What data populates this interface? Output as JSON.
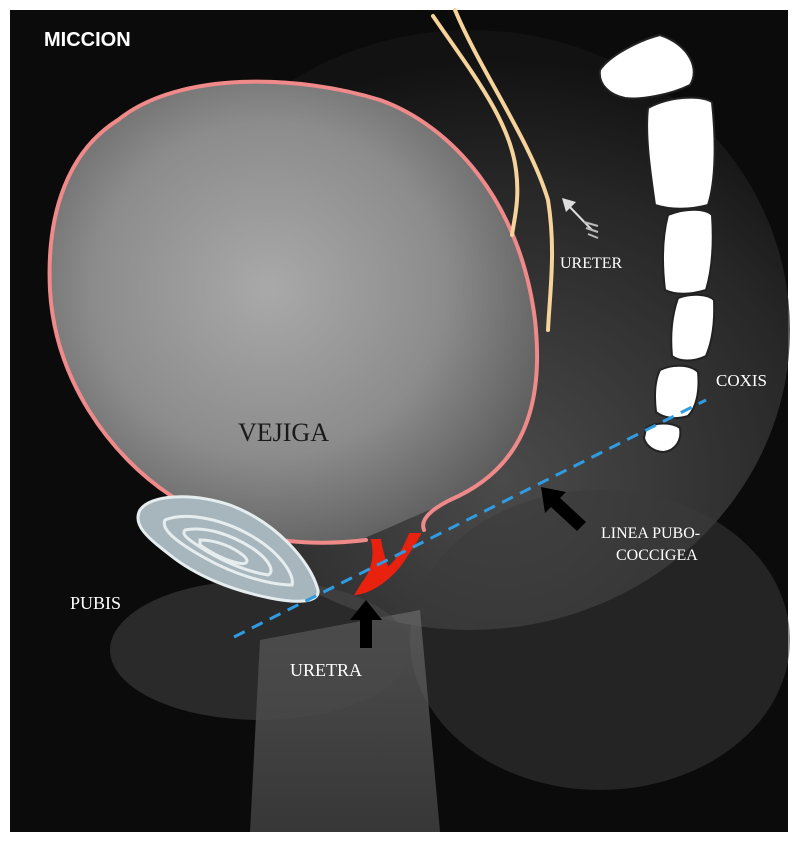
{
  "title": "MICCION",
  "labels": {
    "bladder": "VEJIGA",
    "ureter": "URETER",
    "coccyx": "COXIS",
    "pubis": "PUBIS",
    "urethra": "URETRA",
    "pubococcygeal_line_1": "LINEA PUBO-",
    "pubococcygeal_line_2": "COCCIGEA"
  },
  "colors": {
    "background": "#0b0b0b",
    "bladder_outline": "#f08a8a",
    "ureter": "#f5d39a",
    "urethra": "#e8220f",
    "reference_line": "#2f9be0",
    "bone": "#ffffff",
    "pubis_fill": "#a7b6bd",
    "arrow": "#000000"
  }
}
